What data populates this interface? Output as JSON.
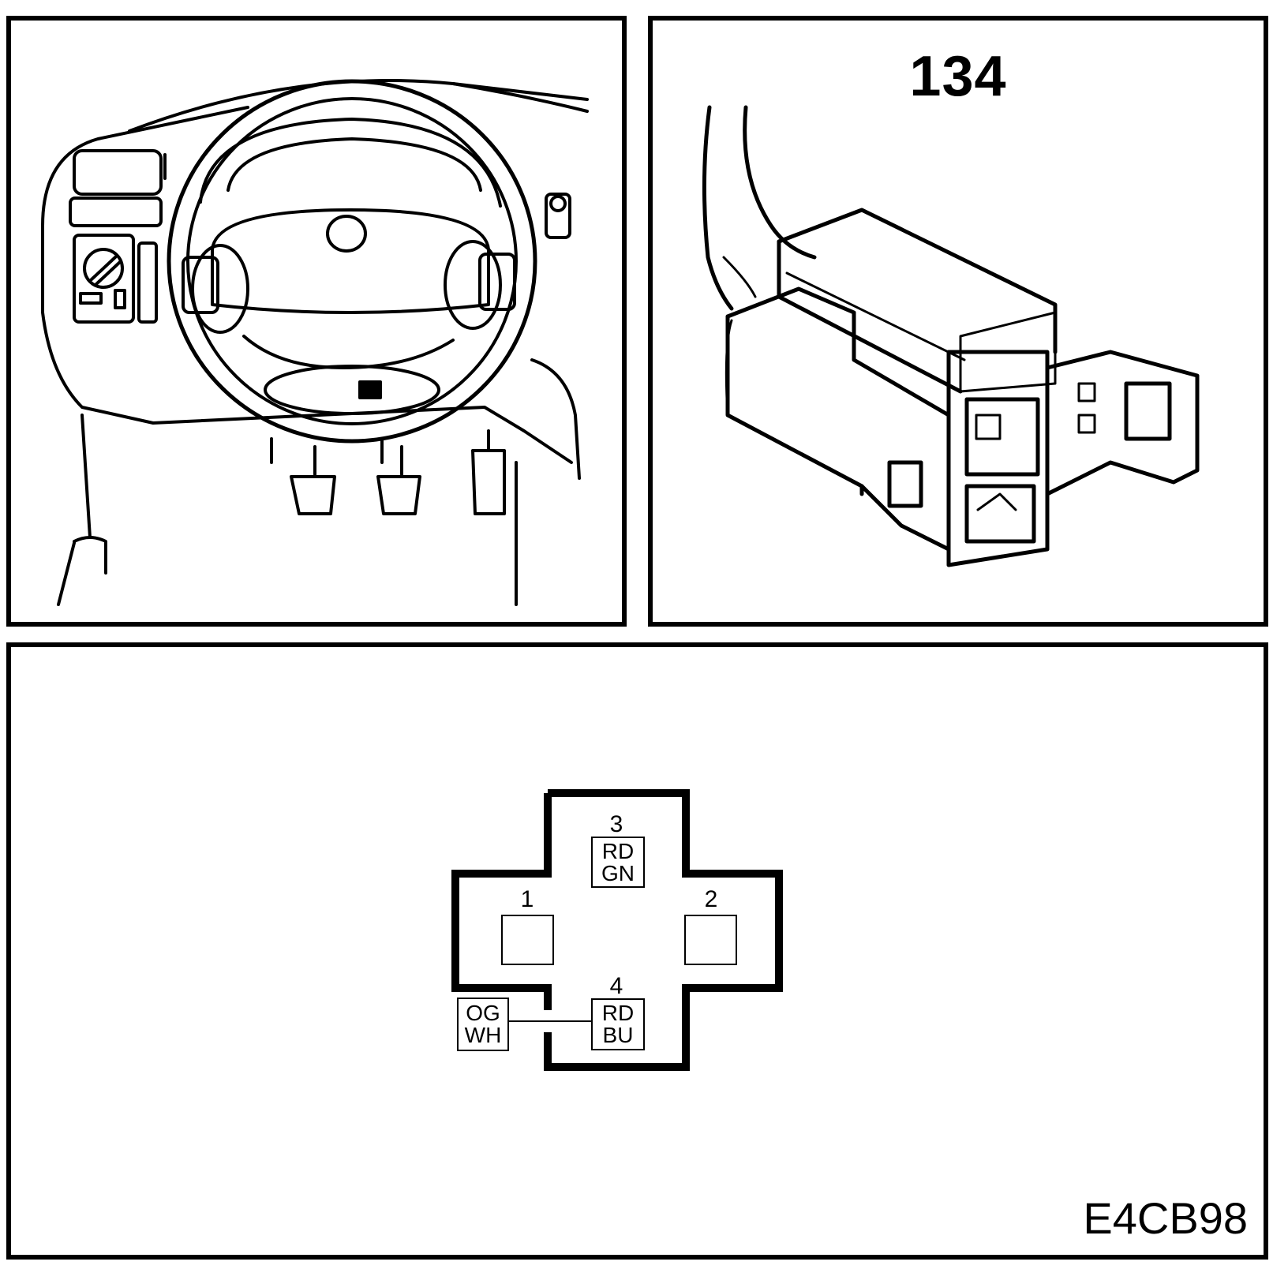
{
  "connector": {
    "number": "134",
    "diagram_id": "E4CB98"
  },
  "pins": [
    {
      "number": "1",
      "wire_color": ""
    },
    {
      "number": "2",
      "wire_color": ""
    },
    {
      "number": "3",
      "wire_color_top": "RD",
      "wire_color_bottom": "GN"
    },
    {
      "number": "4",
      "wire_color_top": "RD",
      "wire_color_bottom": "BU"
    }
  ],
  "external_wire": {
    "color_top": "OG",
    "color_bottom": "WH",
    "connected_pin": "4"
  }
}
